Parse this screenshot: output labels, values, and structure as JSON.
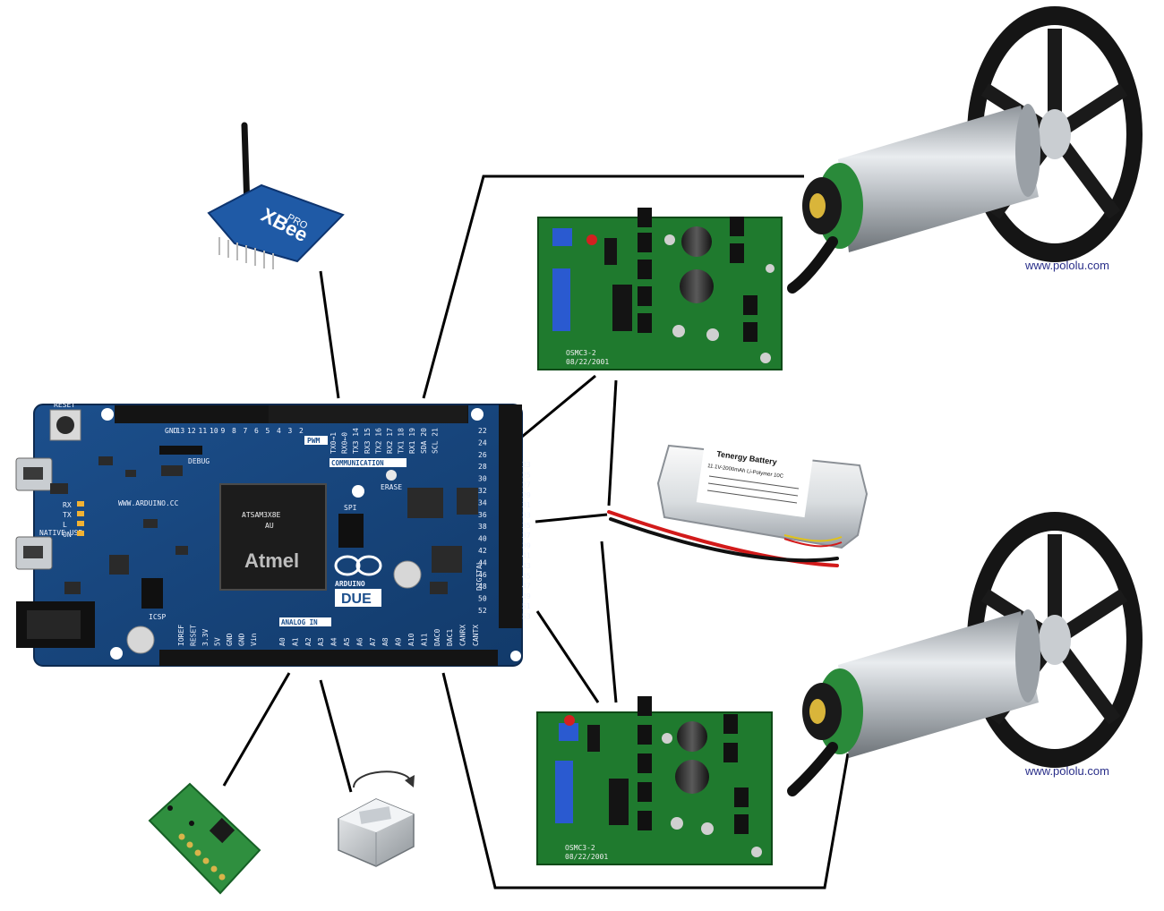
{
  "diagram": {
    "arduino": {
      "brand": "ARDUINO",
      "model": "DUE",
      "website": "WWW.ARDUINO.CC",
      "chip_line1": "ATSAM3X8E",
      "chip_line2": "AU",
      "chip_brand": "Atmel",
      "header_pwm": "PWM",
      "header_communication": "COMMUNICATION",
      "header_analog": "ANALOG IN",
      "header_digital": "DIGITAL",
      "label_reset": "RESET",
      "label_erase": "ERASE",
      "label_debug": "DEBUG",
      "label_spi": "SPI",
      "label_icsp": "ICSP",
      "label_native": "NATIVE USB",
      "led_labels": [
        "RX",
        "TX",
        "L",
        "ON"
      ],
      "pwm_pins": [
        "GND",
        "13",
        "12",
        "11",
        "10",
        "9",
        "8",
        "7",
        "6",
        "5",
        "4",
        "3",
        "2"
      ],
      "comm_pins": [
        "TX0→1",
        "RX0←0",
        "TX3 14",
        "RX3 15",
        "TX2 16",
        "RX2 17",
        "TX1 18",
        "RX1 19",
        "SDA 20",
        "SCL 21"
      ],
      "power_pins": [
        "IOREF",
        "RESET",
        "3.3V",
        "5V",
        "GND",
        "GND",
        "Vin"
      ],
      "analog_pins": [
        "A0",
        "A1",
        "A2",
        "A3",
        "A4",
        "A5",
        "A6",
        "A7",
        "A8",
        "A9",
        "A10",
        "A11",
        "DAC0",
        "DAC1",
        "CANRX",
        "CANTX"
      ],
      "digital_left": [
        "22",
        "24",
        "26",
        "28",
        "30",
        "32",
        "34",
        "36",
        "38",
        "40",
        "42",
        "44",
        "46",
        "48",
        "50",
        "52"
      ],
      "digital_right": [
        "23",
        "25",
        "27",
        "29",
        "31",
        "33",
        "35",
        "37",
        "39",
        "41",
        "43",
        "45",
        "47",
        "49",
        "51",
        "53"
      ]
    },
    "xbee": {
      "brand": "XBee",
      "model": "PRO"
    },
    "motor_controllers": [
      {
        "model": "OSMC3-2",
        "date": "08/22/2001"
      },
      {
        "model": "OSMC3-2",
        "date": "08/22/2001"
      }
    ],
    "battery": {
      "brand": "Tenergy Battery",
      "spec": "11.1V-2000mAh Li-Polymer 10C"
    },
    "motors": [
      {
        "watermark": "www.pololu.com"
      },
      {
        "watermark": "www.pololu.com"
      }
    ]
  }
}
